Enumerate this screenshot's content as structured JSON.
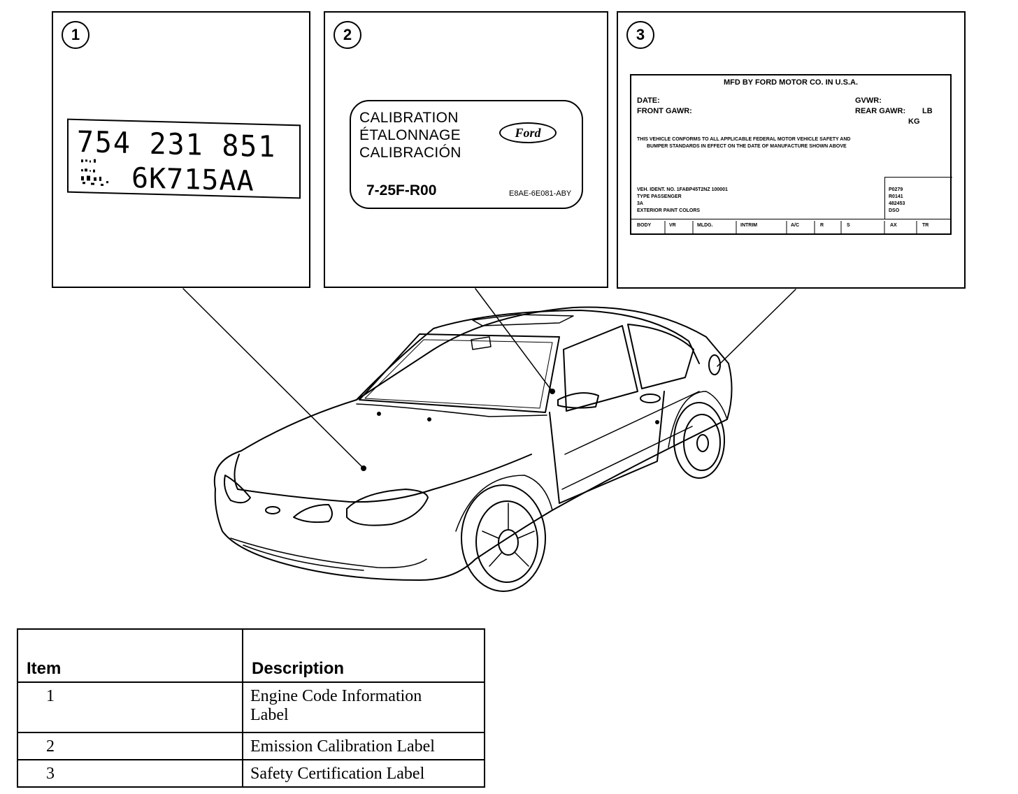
{
  "panels": [
    {
      "number": "1",
      "engine_label": {
        "line1": "754 231 851",
        "line2": "6K715AA"
      }
    },
    {
      "number": "2",
      "calibration_label": {
        "lines": [
          "CALIBRATION",
          "ÉTALONNAGE",
          "CALIBRACIÓN"
        ],
        "code": "7-25F-R00",
        "part_number": "E8AE-6E081-ABY",
        "logo_text": "Ford"
      }
    },
    {
      "number": "3",
      "safety_label": {
        "header": "MFD BY FORD MOTOR CO. IN U.S.A.",
        "date": "DATE:",
        "gvwr": "GVWR:",
        "front_gawr": "FRONT GAWR:",
        "rear_gawr": "REAR GAWR:",
        "lb": "LB",
        "kg": "KG",
        "statement_1": "THIS VEHICLE CONFORMS TO ALL APPLICABLE FEDERAL MOTOR VEHICLE SAFETY AND",
        "statement_2": "BUMPER STANDARDS IN EFFECT ON THE DATE OF MANUFACTURE SHOWN ABOVE",
        "veh_ident": "VEH. IDENT. NO. 1FABP45T2NZ 100001",
        "type": "TYPE PASSENGER",
        "code_3a": "3A",
        "paint": "EXTERIOR PAINT COLORS",
        "box_codes": [
          "P0279",
          "R0141",
          "482453",
          "DSO"
        ],
        "row_headers": [
          "BODY",
          "VR",
          "MLDG.",
          "INTRIM",
          "A/C",
          "R",
          "S",
          "AX",
          "TR"
        ]
      }
    }
  ],
  "table": {
    "headers": [
      "Item",
      "Description"
    ],
    "rows": [
      {
        "item": "1",
        "desc_line1": "Engine Code Information",
        "desc_line2": "Label"
      },
      {
        "item": "2",
        "desc_line1": "Emission Calibration Label",
        "desc_line2": ""
      },
      {
        "item": "3",
        "desc_line1": "Safety Certification Label",
        "desc_line2": ""
      }
    ]
  }
}
